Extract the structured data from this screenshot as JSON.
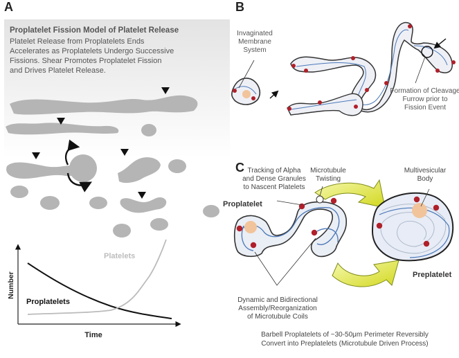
{
  "panels": {
    "a": "A",
    "b": "B",
    "c": "C"
  },
  "panel_a": {
    "title": "Proplatelet Fission Model of Platelet Release",
    "body_lines": [
      "Platelet Release from Proplatelets Ends",
      "Accelerates as Proplatelets Undergo Successive",
      "Fissions. Shear Promotes Proplatelet Fission",
      "and Drives Platelet Release."
    ],
    "chart": {
      "ylabel": "Number",
      "xlabel": "Time",
      "series_platelets": "Platelets",
      "series_proplatelets": "Proplatelets"
    }
  },
  "panel_b": {
    "membrane_lines": [
      "Invaginated",
      "Membrane",
      "System"
    ],
    "cleavage_lines": [
      "Formation of Cleavage",
      "Furrow prior to",
      "Fission Event"
    ]
  },
  "panel_c": {
    "tracking_lines": [
      "Tracking of Alpha",
      "and Dense Granules",
      "to  Nascent Platelets"
    ],
    "twisting_lines": [
      "Microtubule",
      "Twisting"
    ],
    "multivesicular_lines": [
      "Multivesicular",
      "Body"
    ],
    "proplatelet_label": "Proplatelet",
    "preplatelet_label": "Preplatelet",
    "coils_lines": [
      "Dynamic and Bidirectional",
      "Assembly/Reorganization",
      "of Microtubule Coils"
    ],
    "footer_lines": [
      "Barbell Proplatelets of ~30-50μm Perimeter Reversibly",
      "Convert into Preplatelets (Microtubule Driven Process)"
    ]
  },
  "colors": {
    "gray_shape": "#b5b5b5",
    "granule": "#b0202a",
    "mvb": "#f2c49b",
    "microtubule": "#4b78b8",
    "arrow_yellow": "#e4e83a",
    "arrow_yellow_dark": "#7d8a18"
  }
}
